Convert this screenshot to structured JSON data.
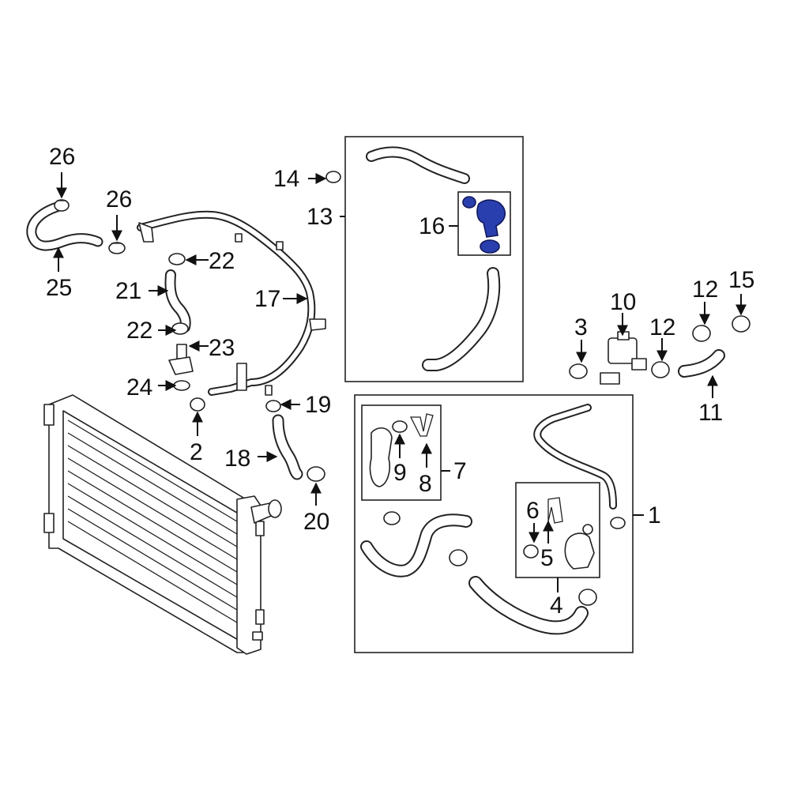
{
  "highlight_color": "#2a3fae",
  "callouts": {
    "c1": "1",
    "c2": "2",
    "c3": "3",
    "c4": "4",
    "c5": "5",
    "c6": "6",
    "c7": "7",
    "c8": "8",
    "c9": "9",
    "c10": "10",
    "c11": "11",
    "c12a": "12",
    "c12b": "12",
    "c13": "13",
    "c14": "14",
    "c15": "15",
    "c16": "16",
    "c17": "17",
    "c18": "18",
    "c19": "19",
    "c20": "20",
    "c21": "21",
    "c22a": "22",
    "c22b": "22",
    "c23": "23",
    "c24": "24",
    "c25": "25",
    "c26a": "26",
    "c26b": "26"
  }
}
